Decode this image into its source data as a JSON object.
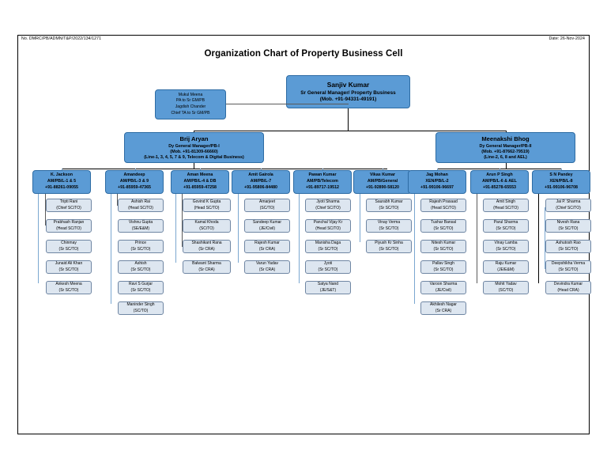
{
  "document": {
    "number": "No. DMRC/PB/ADMN/T&P/2022/134/1271",
    "date": "Date: 26-Nov-2024",
    "title": "Organization Chart of Property Business Cell"
  },
  "head": {
    "name": "Sanjiv Kumar",
    "designation": "Sr General Manager/ Property Business",
    "mobile": "(Mob. +91-94331-49191)"
  },
  "secretariat": {
    "line1": "Mukul Meena",
    "line2": "PA to Sr GM/PB",
    "line3": "Jagdish Chander",
    "line4": "Chief TA to Sr GM/PB"
  },
  "dgm": [
    {
      "name": "Brij Aryan",
      "designation": "Dy General Manager/PB-I",
      "mobile": "(Mob. +91-81309-66660)",
      "scope": "(Line-1, 3, 4, 5, 7 & 9, Telecom & Digital Business)"
    },
    {
      "name": "Meenakshi Bhog",
      "designation": "Dy General Manager/PB-II",
      "mobile": "(Mob. +91-87662-79519)",
      "scope": "(Line-2, 6, 8 and AEL)"
    }
  ],
  "managers": [
    {
      "name": "K. Jackson",
      "designation": "AM/PB/L-1 & 5",
      "mobile": "+91-88261-09055"
    },
    {
      "name": "Amandeep",
      "designation": "AM/PB/L-3 & 9",
      "mobile": "+91-85959-47365"
    },
    {
      "name": "Aman Meena",
      "designation": "AM/PB/L-4 & DB",
      "mobile": "+91-85959-47258"
    },
    {
      "name": "Amit Gairola",
      "designation": "AM/PB/L-7",
      "mobile": "+91-95806-84480"
    },
    {
      "name": "Pawan Kumar",
      "designation": "AM/PB/Telecom",
      "mobile": "+91-89717-19512"
    },
    {
      "name": "Vikas Kumar",
      "designation": "AM/PB/General",
      "mobile": "+91-92890-58120"
    },
    {
      "name": "Jag Mohan",
      "designation": "XEN/PB/L-2",
      "mobile": "+91-99106-96697"
    },
    {
      "name": "Arun P Singh",
      "designation": "AM/PB/L-6 & AEL",
      "mobile": "+91-85278-65553"
    },
    {
      "name": "S N Pandey",
      "designation": "XEN/PB/L-8",
      "mobile": "+91-99106-96708"
    }
  ],
  "staff_columns": [
    [
      {
        "name": "Tripti Rani",
        "role": "(Chief SC/TO)"
      },
      {
        "name": "Prabhash Ranjan",
        "role": "(Head SC/TO)"
      },
      {
        "name": "Chinmay",
        "role": "(Sr SC/TO)"
      },
      {
        "name": "Junaid Ali Khan",
        "role": "(Sr SC/TO)"
      },
      {
        "name": "Ankesh Meena",
        "role": "(Sr SC/TO)"
      }
    ],
    [
      {
        "name": "Ashish Rai",
        "role": "(Head SC/TO)"
      },
      {
        "name": "Vishnu Gupta",
        "role": "(SE/E&M)"
      },
      {
        "name": "Prince",
        "role": "(Sr SC/TO)"
      },
      {
        "name": "Ashish",
        "role": "(Sr SC/TO)"
      },
      {
        "name": "Ravi S Gurjar",
        "role": "(Sr SC/TO)"
      },
      {
        "name": "Maninder Singh",
        "role": "(SC/TO)"
      }
    ],
    [
      {
        "name": "Govind K Gupta",
        "role": "(Head SC/TO)"
      },
      {
        "name": "Kamal Khoda",
        "role": "(SC/TO)"
      },
      {
        "name": "Shashikant Rana",
        "role": "(Sr CRA)"
      },
      {
        "name": "Balwant Sharma",
        "role": "(Sr CRA)"
      }
    ],
    [
      {
        "name": "Amarjeet",
        "role": "(SC/TO)"
      },
      {
        "name": "Sandeep Kumar",
        "role": "(JE/Civil)"
      },
      {
        "name": "Rajesh Kumar",
        "role": "(Sr CRA)"
      },
      {
        "name": "Varun Yadav",
        "role": "(Sr CRA)"
      }
    ],
    [
      {
        "name": "Jyoti Sharma",
        "role": "(Chief SC/TO)"
      },
      {
        "name": "Panchal Vijay Kr",
        "role": "(Head SC/TO)"
      },
      {
        "name": "Manisha Daga",
        "role": "(Sr SC/TO)"
      },
      {
        "name": "Jyoti",
        "role": "(Sr SC/TO)"
      },
      {
        "name": "Satya Nand",
        "role": "(JE/S&T)"
      }
    ],
    [
      {
        "name": "Saurabh Kumar",
        "role": "(Sr SC/TO)"
      },
      {
        "name": "Vinay Verma",
        "role": "(Sr SC/TO)"
      },
      {
        "name": "Piyush Kr Sinha",
        "role": "(Sr SC/TO)"
      }
    ],
    [
      {
        "name": "Rajesh Prasaad",
        "role": "(Head SC/TO)"
      },
      {
        "name": "Tushar Bansal",
        "role": "(Sr SC/TO)"
      },
      {
        "name": "Nitesh Kumar",
        "role": "(Sr SC/TO)"
      },
      {
        "name": "Pallav Singh",
        "role": "(Sr SC/TO)"
      },
      {
        "name": "Varoon Sharma",
        "role": "(JE/Civil)"
      },
      {
        "name": "Akhilesh Nagar",
        "role": "(Sr CRA)"
      }
    ],
    [
      {
        "name": "Amit Singh",
        "role": "(Head SC/TO)"
      },
      {
        "name": "Parul Sharma",
        "role": "(Sr SC/TO)"
      },
      {
        "name": "Vinay Lamba",
        "role": "(Sr SC/TO)"
      },
      {
        "name": "Raju Kumar",
        "role": "(JE/E&M)"
      },
      {
        "name": "Mohit Yadav",
        "role": "(SC/TO)"
      }
    ],
    [
      {
        "name": "Jai P. Sharma",
        "role": "(Chief SC/TO)"
      },
      {
        "name": "Nivesh Rana",
        "role": "(Sr SC/TO)"
      },
      {
        "name": "Ashutosh Rao",
        "role": "(Sr SC/TO)"
      },
      {
        "name": "Deepshikha Verma",
        "role": "(Sr SC/TO)"
      },
      {
        "name": "Devindra Kumar",
        "role": "(Head CRA)"
      }
    ]
  ],
  "colors": {
    "box_blue": "#5b9bd5",
    "box_light": "#dde6f0",
    "connector_blue": "#7ba7d0",
    "connector_black": "#000000"
  }
}
